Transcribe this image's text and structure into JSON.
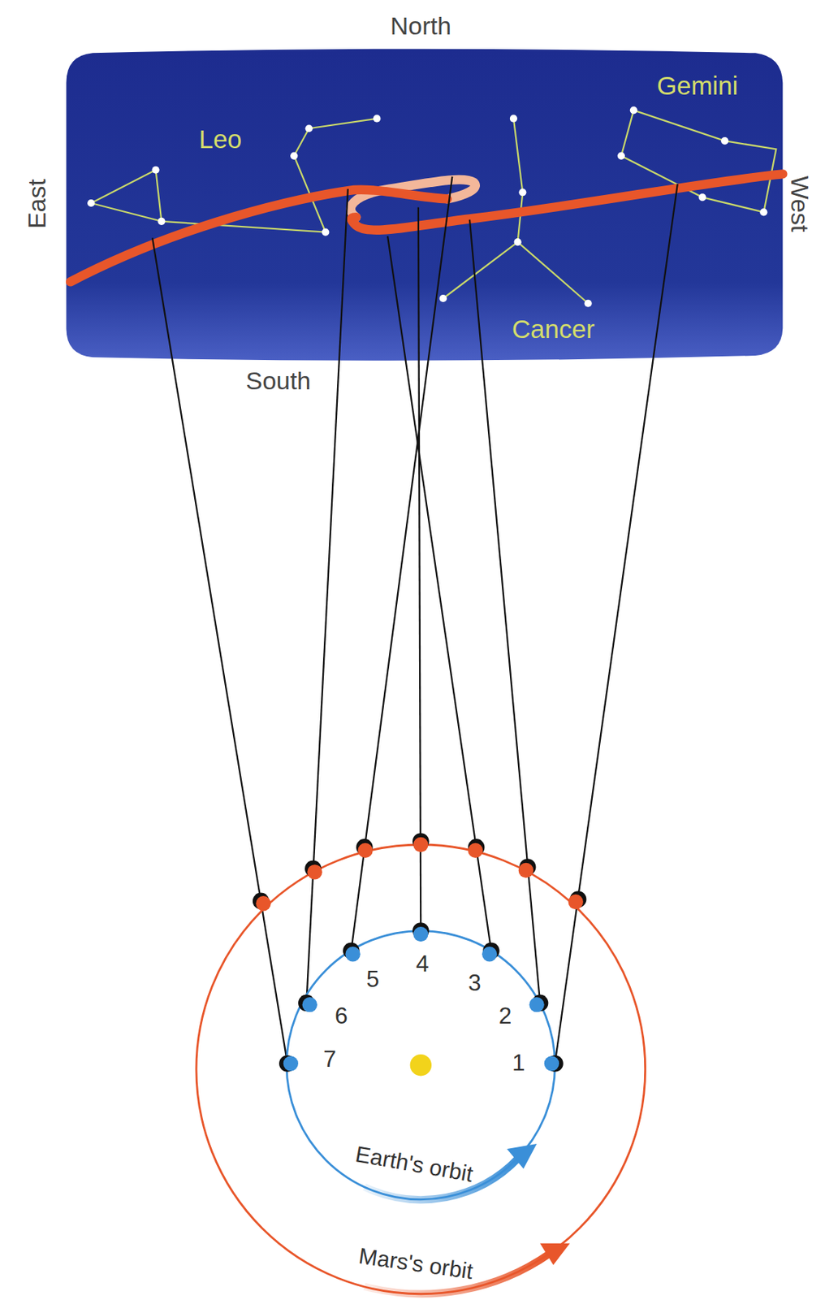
{
  "diagram": {
    "labels": [
      "North",
      "South",
      "East",
      "West",
      "Leo",
      "Cancer",
      "Gemini",
      "1",
      "2",
      "3",
      "4",
      "5",
      "6",
      "7",
      "Earth's orbit",
      "Mars's orbit"
    ]
  }
}
